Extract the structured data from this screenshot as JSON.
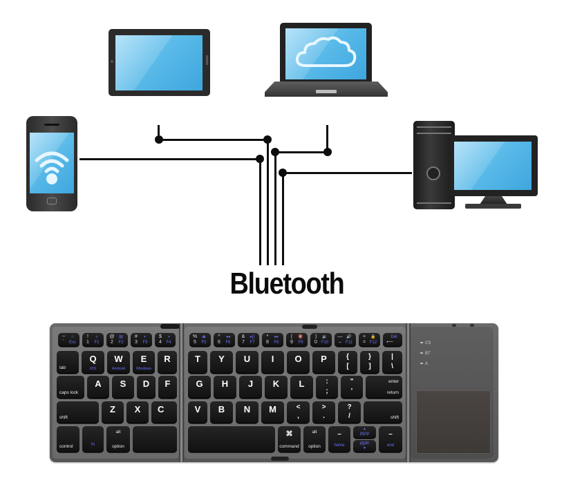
{
  "diagram": {
    "title": "Bluetooth",
    "hub_label": "Bluetooth",
    "devices": [
      {
        "name": "smartphone",
        "screen_icon": "wifi-icon"
      },
      {
        "name": "tablet",
        "screen_icon": "none"
      },
      {
        "name": "laptop",
        "screen_icon": "cloud-icon"
      },
      {
        "name": "desktop-computer",
        "screen_icon": "none"
      }
    ],
    "colors": {
      "screen_blue": "#5bbbe9",
      "line": "#0d0d0d",
      "key_legend_blue": "#6a72ff",
      "keyboard_body": "#5a5a5a"
    }
  },
  "keyboard": {
    "left_panel": {
      "fn_row": [
        {
          "sym": "~",
          "sym2": "`",
          "blue": "⌂",
          "blue2": "Esc"
        },
        {
          "sym": "!",
          "sym2": "1",
          "blue": "⌕",
          "blue2": "F1"
        },
        {
          "sym": "@",
          "sym2": "2",
          "blue": "▤",
          "blue2": "F2"
        },
        {
          "sym": "#",
          "sym2": "3",
          "blue": "◐",
          "blue2": "F3"
        },
        {
          "sym": "$",
          "sym2": "4",
          "blue": "◑",
          "blue2": "F4"
        }
      ],
      "row_q": [
        {
          "mod": "tab"
        },
        {
          "main": "Q",
          "sub": "iOS"
        },
        {
          "main": "W",
          "sub": "Android"
        },
        {
          "main": "E",
          "sub": "Windows"
        },
        {
          "main": "R"
        }
      ],
      "row_a": [
        {
          "mod": "caps lock"
        },
        {
          "main": "A"
        },
        {
          "main": "S"
        },
        {
          "main": "D"
        },
        {
          "main": "F"
        }
      ],
      "row_z": [
        {
          "mod": "shift"
        },
        {
          "main": "Z"
        },
        {
          "main": "X"
        },
        {
          "main": "C"
        }
      ],
      "row_bottom": [
        {
          "mod": "control"
        },
        {
          "blue": "fn"
        },
        {
          "top": "alt",
          "mod": "option"
        },
        {
          "main": ""
        }
      ]
    },
    "middle_panel": {
      "fn_row": [
        {
          "sym": "%",
          "sym2": "5",
          "blue": "⏏",
          "blue2": "F5"
        },
        {
          "sym": "^",
          "sym2": "6",
          "blue": "◂◂",
          "blue2": "F6"
        },
        {
          "sym": "&",
          "sym2": "7",
          "blue": "▸||",
          "blue2": "F7"
        },
        {
          "sym": "*",
          "sym2": "8",
          "blue": "▸▸",
          "blue2": "F8"
        },
        {
          "sym": "(",
          "sym2": "9",
          "blue": "🔇",
          "blue2": "F9"
        },
        {
          "sym": ")",
          "sym2": "0",
          "blue": "🔉",
          "blue2": "F10"
        },
        {
          "sym": "—",
          "sym2": "–",
          "blue": "🔊",
          "blue2": "F11"
        },
        {
          "sym": "+",
          "sym2": "=",
          "blue": "🔒",
          "blue2": "F12"
        },
        {
          "sym": "",
          "sym2": "⟵",
          "blue": "Del",
          "blue2": ""
        }
      ],
      "row_q": [
        {
          "main": "T"
        },
        {
          "main": "Y"
        },
        {
          "main": "U"
        },
        {
          "main": "I"
        },
        {
          "main": "O"
        },
        {
          "main": "P"
        },
        {
          "p1": "{",
          "p2": "["
        },
        {
          "p1": "}",
          "p2": "]"
        },
        {
          "p1": "|",
          "p2": "\\"
        }
      ],
      "row_a": [
        {
          "main": "G"
        },
        {
          "main": "H"
        },
        {
          "main": "J"
        },
        {
          "main": "K"
        },
        {
          "main": "L"
        },
        {
          "p1": ":",
          "p2": ";"
        },
        {
          "p1": "\"",
          "p2": "'"
        },
        {
          "top": "enter",
          "mod": "return"
        }
      ],
      "row_z": [
        {
          "main": "V"
        },
        {
          "main": "B"
        },
        {
          "main": "N"
        },
        {
          "main": "M"
        },
        {
          "p1": "<",
          "p2": ","
        },
        {
          "p1": ">",
          "p2": "."
        },
        {
          "p1": "?",
          "p2": "/"
        },
        {
          "mod": "shift"
        }
      ],
      "row_bottom": [
        {
          "main": ""
        },
        {
          "sym": "⌘",
          "mod": "command"
        },
        {
          "top": "alt",
          "mod": "option"
        },
        {
          "sym": "–",
          "blue": "home"
        },
        {
          "blue_top": "▲",
          "blue": "pgup",
          "blue2": "pgdn",
          "blue_bot": "▼"
        },
        {
          "sym": "–",
          "blue": "end"
        }
      ]
    },
    "indicators": [
      "CS",
      "BT",
      "A"
    ],
    "touchpad": "touchpad"
  }
}
